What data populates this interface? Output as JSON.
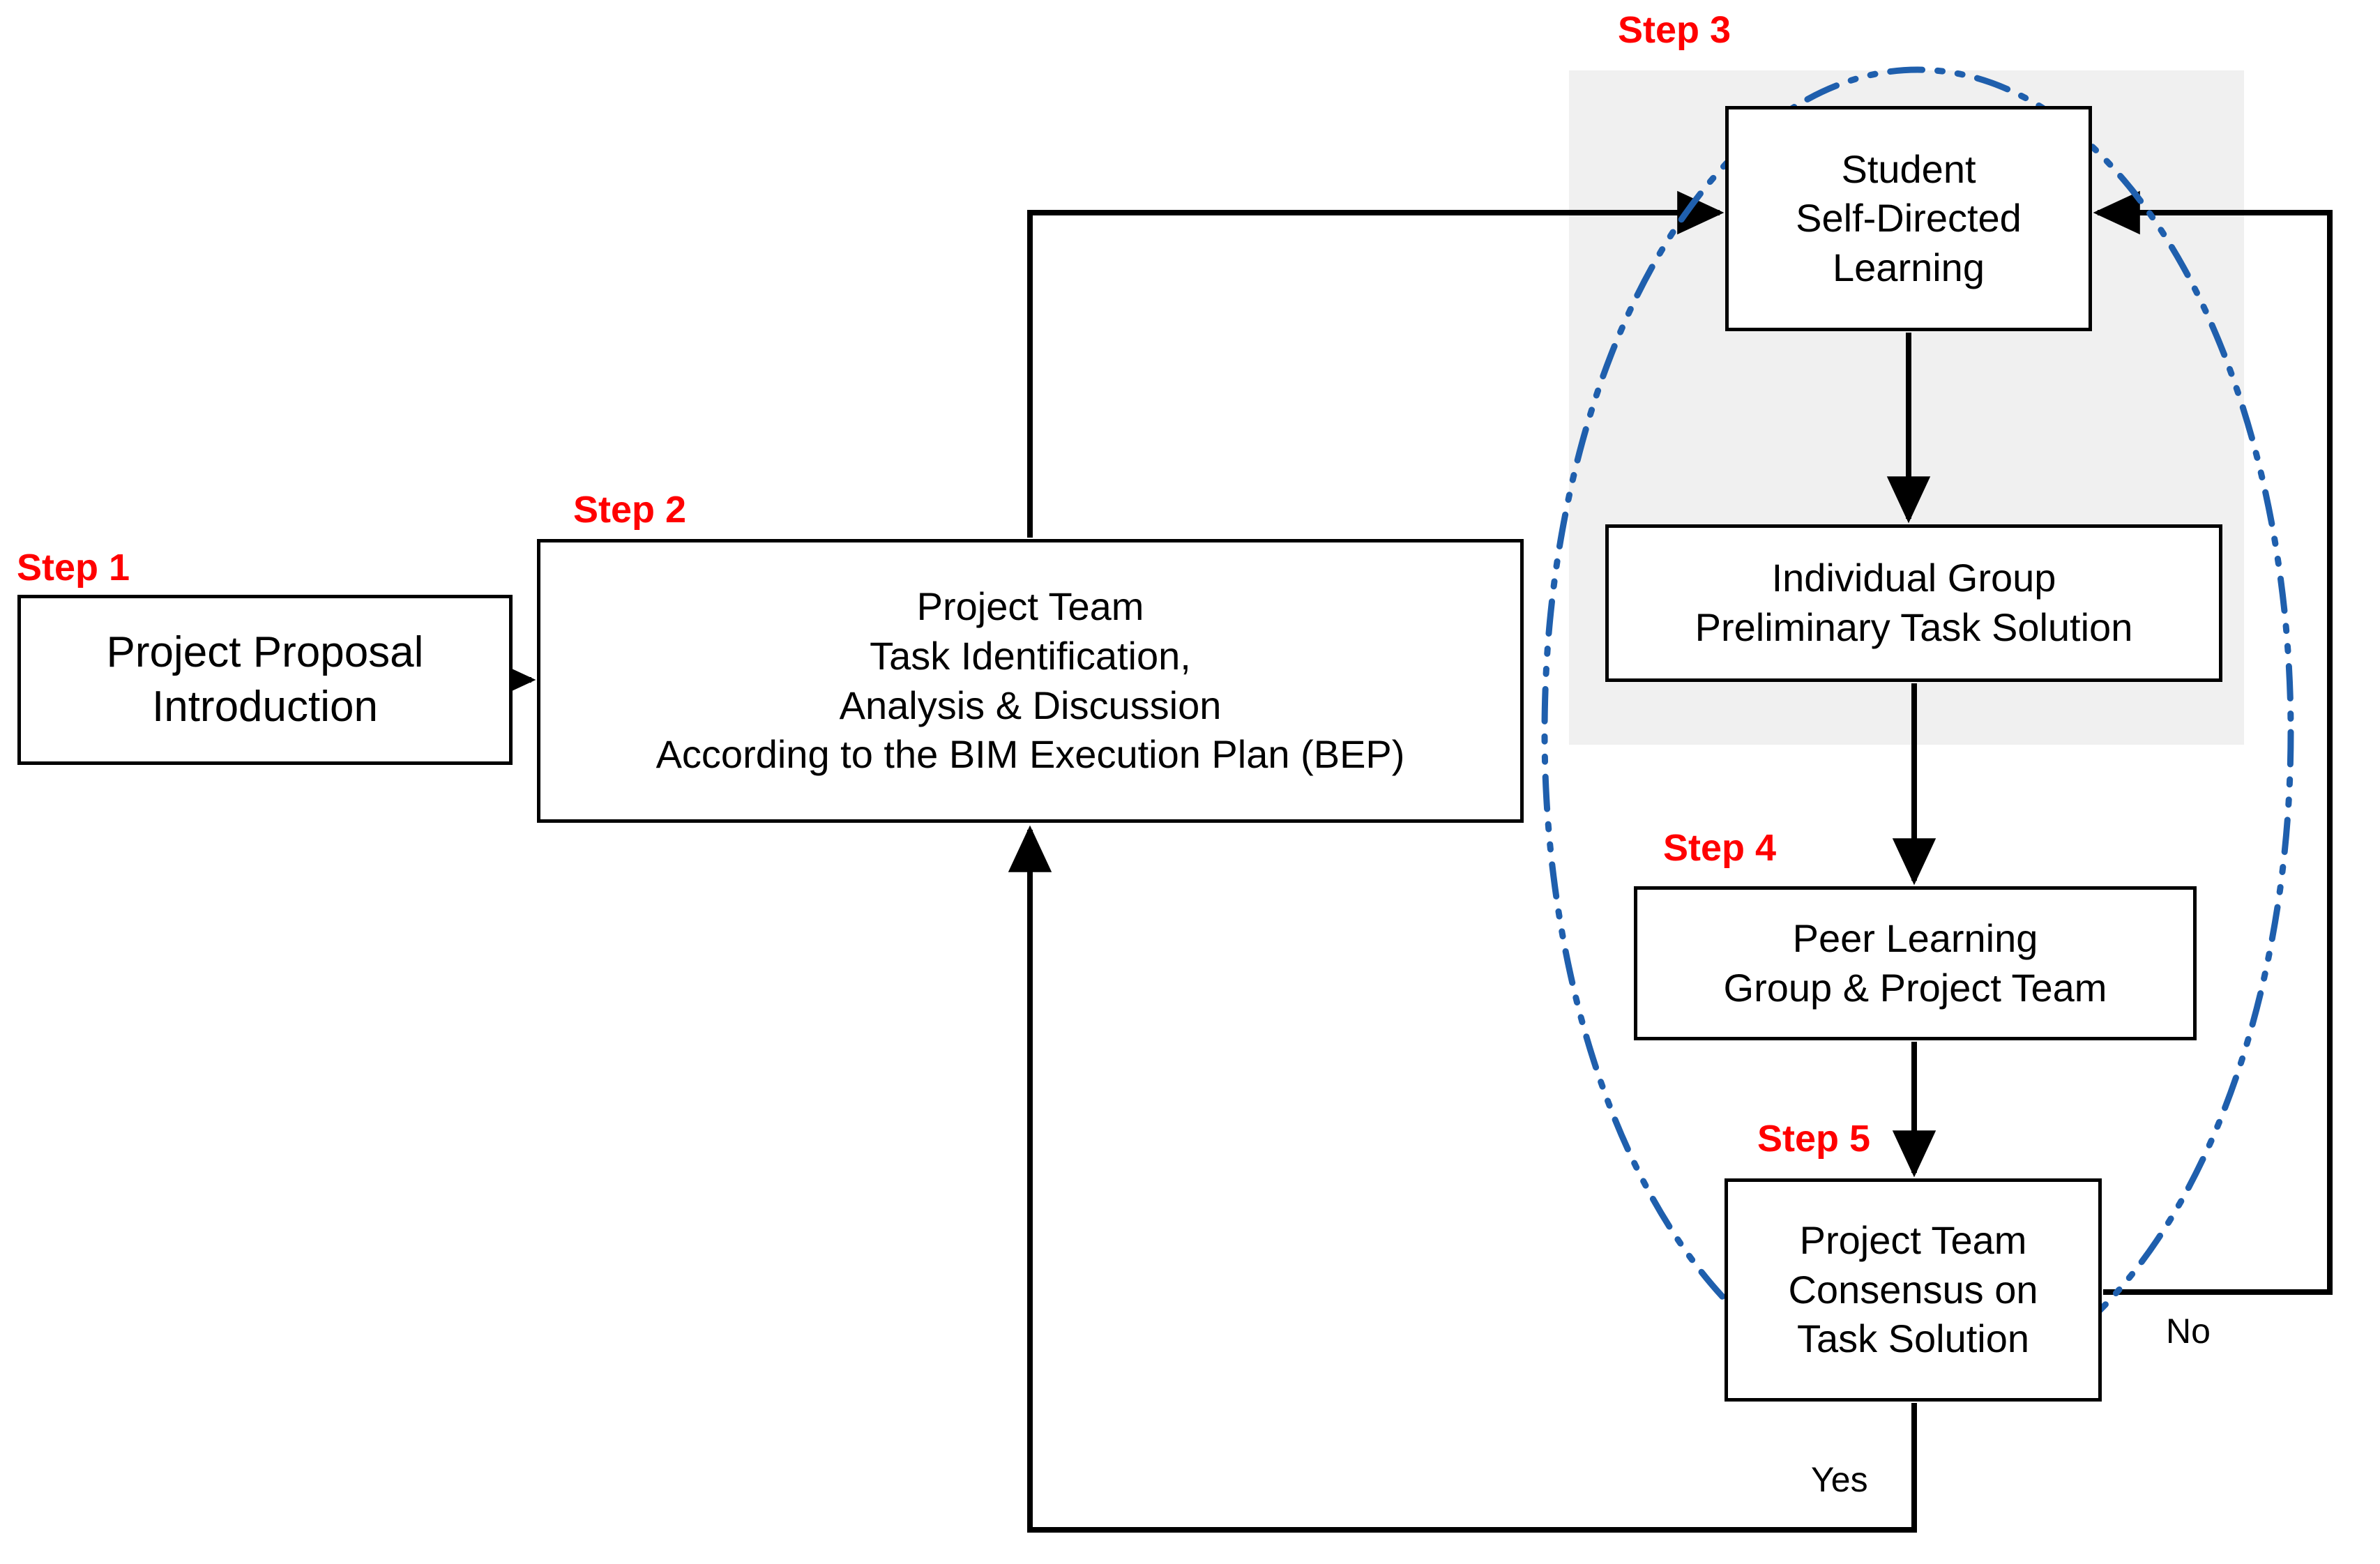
{
  "diagram": {
    "title": "Project-Based BIM Learning Process Flowchart",
    "accent_step_color": "#FF0000",
    "highlight_zone_color": "#f0f0f0",
    "ellipse_color": "#1F5FAD",
    "line_color": "#000000"
  },
  "step_labels": [
    {
      "id": "step1",
      "text": "Step 1"
    },
    {
      "id": "step2",
      "text": "Step 2"
    },
    {
      "id": "step3",
      "text": "Step 3"
    },
    {
      "id": "step4",
      "text": "Step 4"
    },
    {
      "id": "step5",
      "text": "Step 5"
    }
  ],
  "nodes": [
    {
      "id": "project-proposal-introduction",
      "step": "Step 1",
      "lines": [
        "Project Proposal",
        "Introduction"
      ]
    },
    {
      "id": "project-team-task-identification",
      "step": "Step 2",
      "lines": [
        "Project Team",
        "Task Identification,",
        "Analysis & Discussion",
        "According to the BIM Execution Plan (BEP)"
      ]
    },
    {
      "id": "student-self-directed-learning",
      "step": "Step 3",
      "lines": [
        "Student",
        "Self-Directed",
        "Learning"
      ]
    },
    {
      "id": "individual-group-preliminary-task-solution",
      "step": "Step 3",
      "lines": [
        "Individual Group",
        "Preliminary Task Solution"
      ]
    },
    {
      "id": "peer-learning-group-project-team",
      "step": "Step 4",
      "lines": [
        "Peer Learning",
        "Group & Project Team"
      ]
    },
    {
      "id": "project-team-consensus-on-task-solution",
      "step": "Step 5",
      "lines": [
        "Project Team",
        "Consensus on",
        "Task Solution"
      ]
    }
  ],
  "node_text": {
    "n1_l1": "Project Proposal",
    "n1_l2": "Introduction",
    "n2_l1": "Project Team",
    "n2_l2": "Task Identification,",
    "n2_l3": "Analysis & Discussion",
    "n2_l4": "According to the BIM Execution Plan (BEP)",
    "n3_l1": "Student",
    "n3_l2": "Self-Directed",
    "n3_l3": "Learning",
    "n4_l1": "Individual Group",
    "n4_l2": "Preliminary Task Solution",
    "n5_l1": "Peer Learning",
    "n5_l2": "Group & Project Team",
    "n6_l1": "Project Team",
    "n6_l2": "Consensus on",
    "n6_l3": "Task Solution"
  },
  "edge_labels": {
    "no": "No",
    "yes": "Yes"
  },
  "edges": [
    {
      "from": "project-proposal-introduction",
      "to": "project-team-task-identification",
      "label": ""
    },
    {
      "from": "project-team-task-identification",
      "to": "student-self-directed-learning",
      "label": ""
    },
    {
      "from": "student-self-directed-learning",
      "to": "individual-group-preliminary-task-solution",
      "label": ""
    },
    {
      "from": "individual-group-preliminary-task-solution",
      "to": "peer-learning-group-project-team",
      "label": ""
    },
    {
      "from": "peer-learning-group-project-team",
      "to": "project-team-consensus-on-task-solution",
      "label": ""
    },
    {
      "from": "project-team-consensus-on-task-solution",
      "to": "student-self-directed-learning",
      "label": "No"
    },
    {
      "from": "project-team-consensus-on-task-solution",
      "to": "project-team-task-identification",
      "label": "Yes"
    }
  ]
}
